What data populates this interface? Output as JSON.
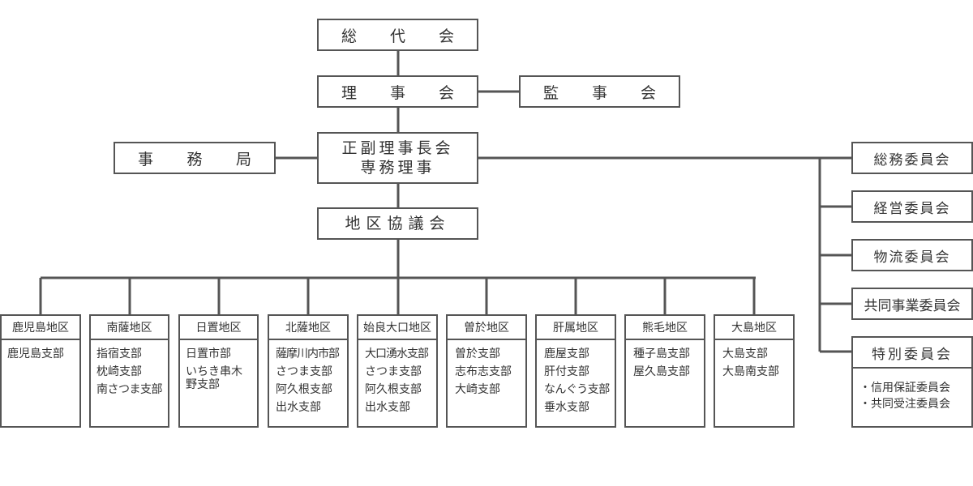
{
  "top": {
    "general_assembly": [
      "総",
      "代",
      "会"
    ],
    "board": [
      "理",
      "事",
      "会"
    ],
    "auditors": [
      "監",
      "事",
      "会"
    ],
    "vice_chairs_line1": "正副理事長会",
    "vice_chairs_line2": "専務理事",
    "secretariat": [
      "事",
      "務",
      "局"
    ],
    "regional_council": "地区協議会"
  },
  "committees": [
    "総務委員会",
    "経営委員会",
    "物流委員会",
    "共同事業委員会"
  ],
  "special_committee": {
    "title": "特別委員会",
    "items": [
      "・信用保証委員会",
      "・共同受注委員会"
    ]
  },
  "districts": [
    {
      "name": "鹿児島地区",
      "branches": [
        "鹿児島支部"
      ]
    },
    {
      "name": "南薩地区",
      "branches": [
        "指宿支部",
        "枕崎支部",
        "南さつま支部"
      ]
    },
    {
      "name": "日置地区",
      "branches": [
        "日置市部",
        "いちき串木野支部"
      ]
    },
    {
      "name": "北薩地区",
      "branches": [
        "薩摩川内市部",
        "さつま支部",
        "阿久根支部",
        "出水支部"
      ]
    },
    {
      "name": "始良大口地区",
      "branches": [
        "大口湧水支部",
        "さつま支部",
        "阿久根支部",
        "出水支部"
      ]
    },
    {
      "name": "曽於地区",
      "branches": [
        "曽於支部",
        "志布志支部",
        "大崎支部"
      ]
    },
    {
      "name": "肝属地区",
      "branches": [
        "鹿屋支部",
        "肝付支部",
        "なんぐう支部",
        "垂水支部"
      ]
    },
    {
      "name": "熊毛地区",
      "branches": [
        "種子島支部",
        "屋久島支部"
      ]
    },
    {
      "name": "大島地区",
      "branches": [
        "大島支部",
        "大島南支部"
      ]
    }
  ]
}
